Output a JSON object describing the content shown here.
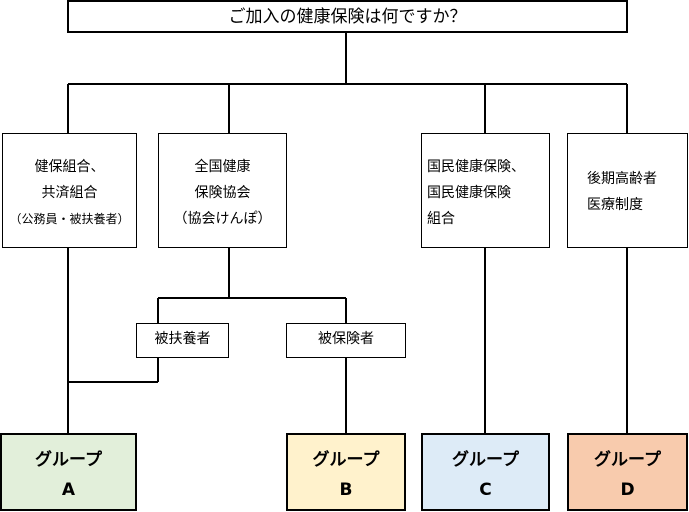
{
  "question": "ご加入の健康保険は何ですか？",
  "categories": [
    {
      "lines": [
        "健保組合、",
        "共済組合"
      ],
      "note": "（公務員・被扶養者）"
    },
    {
      "lines": [
        "全国健康",
        "保険協会",
        "（協会けんぽ）"
      ]
    },
    {
      "lines": [
        "国民健康保険、",
        "国民健康保険",
        "組合"
      ]
    },
    {
      "lines": [
        "後期高齢者",
        "医療制度"
      ]
    }
  ],
  "sub_categories": [
    "被扶養者",
    "被保険者"
  ],
  "groups": [
    {
      "label": "グループ",
      "letter": "A",
      "color": "#e2efda"
    },
    {
      "label": "グループ",
      "letter": "B",
      "color": "#fff2cc"
    },
    {
      "label": "グループ",
      "letter": "C",
      "color": "#ddebf7"
    },
    {
      "label": "グループ",
      "letter": "D",
      "color": "#f8cbad"
    }
  ]
}
